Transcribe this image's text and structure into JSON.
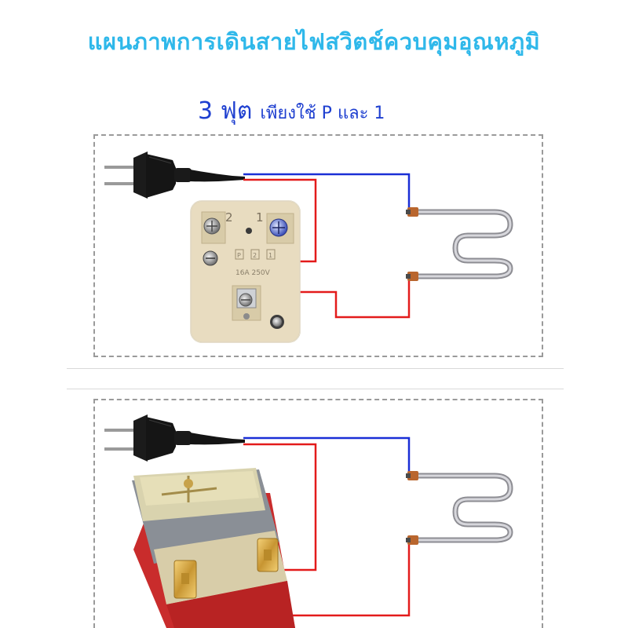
{
  "title": "แผนภาพการเดินสายไฟสวิตช์ควบคุมอุณหภูมิ",
  "subtitle": {
    "big": "3 ฟุต",
    "small": "เพียงใช้ P และ 1"
  },
  "diagram_1": {
    "terminal_labels": [
      "2",
      "1"
    ],
    "pin_labels": [
      "P",
      "2",
      "1"
    ],
    "rating": "16A  250V"
  },
  "colors": {
    "title": "#2fb8ea",
    "subtitle": "#1e3fd0",
    "wire_blue": "#1a2fd6",
    "wire_red": "#e31b1b",
    "switch_body": "#e8dcc0",
    "heater_metal": "#b9b9bd"
  },
  "icons": [
    "plug-icon",
    "heater-element-icon",
    "thermostat-switch-icon"
  ]
}
